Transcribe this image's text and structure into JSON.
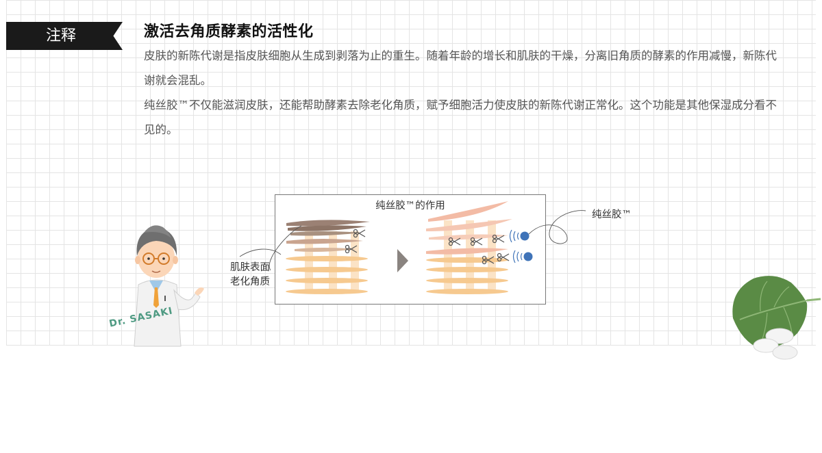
{
  "section": {
    "tab_label": "注释",
    "title": "激活去角质酵素的活性化",
    "paragraphs": [
      "皮肤的新陈代谢是指皮肤细胞从生成到剥落为止的重生。随着年龄的增长和肌肤的干燥，分离旧角质的酵素的作用减慢，新陈代谢就会混乱。",
      "纯丝胶™不仅能滋润皮肤，还能帮助酵素去除老化角质，赋予细胞活力使皮肤的新陈代谢正常化。这个功能是其他保湿成分看不见的。"
    ]
  },
  "diagram": {
    "caption": "纯丝胶™的作用",
    "left_label_line1": "肌肤表面",
    "left_label_line2": "老化角质",
    "right_label": "纯丝胶™"
  },
  "character": {
    "signature": "Dr. SASAKI"
  },
  "colors": {
    "tab_bg": "#1a1a1a",
    "layer_orange": "#f6c98f",
    "old_layer_brown": "#9b8174",
    "fresh_layer_pink": "#f3bba5",
    "sericin_dot": "#3f73b8",
    "leaf_green": "#5a8b45"
  }
}
